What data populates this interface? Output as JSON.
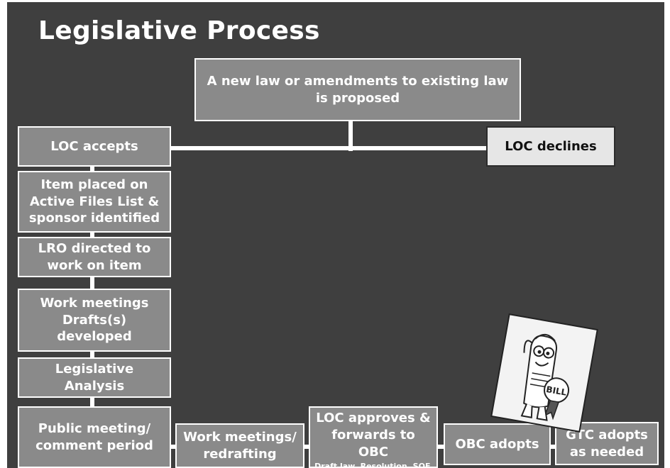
{
  "slide": {
    "title": "Legislative Process"
  },
  "nodes": {
    "proposal": "A new law or amendments to existing law is proposed",
    "loc_accepts": "LOC accepts",
    "loc_declines": "LOC declines",
    "active_files": "Item placed on Active Files List & sponsor identified",
    "lro_directed": "LRO directed to work on item",
    "work_meetings": "Work meetings Drafts(s) developed",
    "legislative_analysis": "Legislative Analysis",
    "public_meeting": "Public meeting/ comment period",
    "work_meetings_redrafting": "Work meetings/ redrafting",
    "loc_approves": "LOC approves & forwards to OBC",
    "loc_approves_sub": "Draft law, Resolution, SOF, FIS, LA",
    "obc_adopts": "OBC adopts",
    "gtc_adopts": "GTC adopts as needed"
  },
  "mascot": {
    "badge_text": "BILL",
    "icon": "bill-cartoon-icon"
  },
  "colors": {
    "background": "#3f3f3f",
    "box_dark": "#8a8a8a",
    "box_light": "#e6e6e6",
    "text": "#ffffff"
  }
}
